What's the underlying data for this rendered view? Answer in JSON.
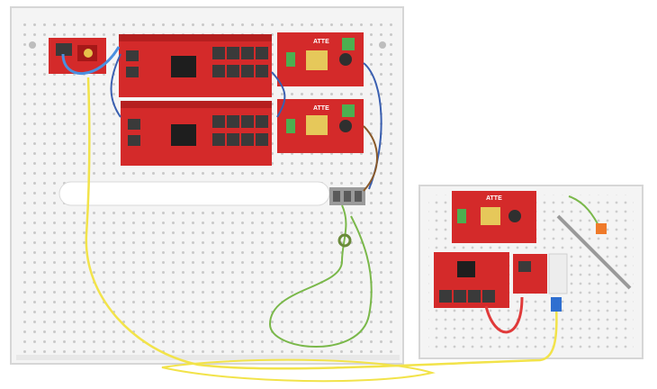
{
  "photo": {
    "subject": "network-enclosures-with-switches-and-power-supplies",
    "colors": {
      "enclosure": "#f4f4f4",
      "enclosure_edge": "#d6d6d6",
      "perforation": "#c9c9c9",
      "pcb_red": "#d42a2a",
      "pcb_dark": "#a51818",
      "rj45": "#3a3a3a",
      "fiber_yellow": "#f2e34a",
      "ground_green": "#7ab84a",
      "wire_blue": "#3a5fb0",
      "wire_brown": "#8a5a2a",
      "patch_blue": "#4a8fe0",
      "patch_red": "#e03a3a",
      "terminal_green": "#4caf50"
    }
  },
  "labels": {
    "psu_top_brand": "ATTE",
    "psu_mid_brand": "ATTE",
    "psu_small_brand": "ATTE"
  }
}
